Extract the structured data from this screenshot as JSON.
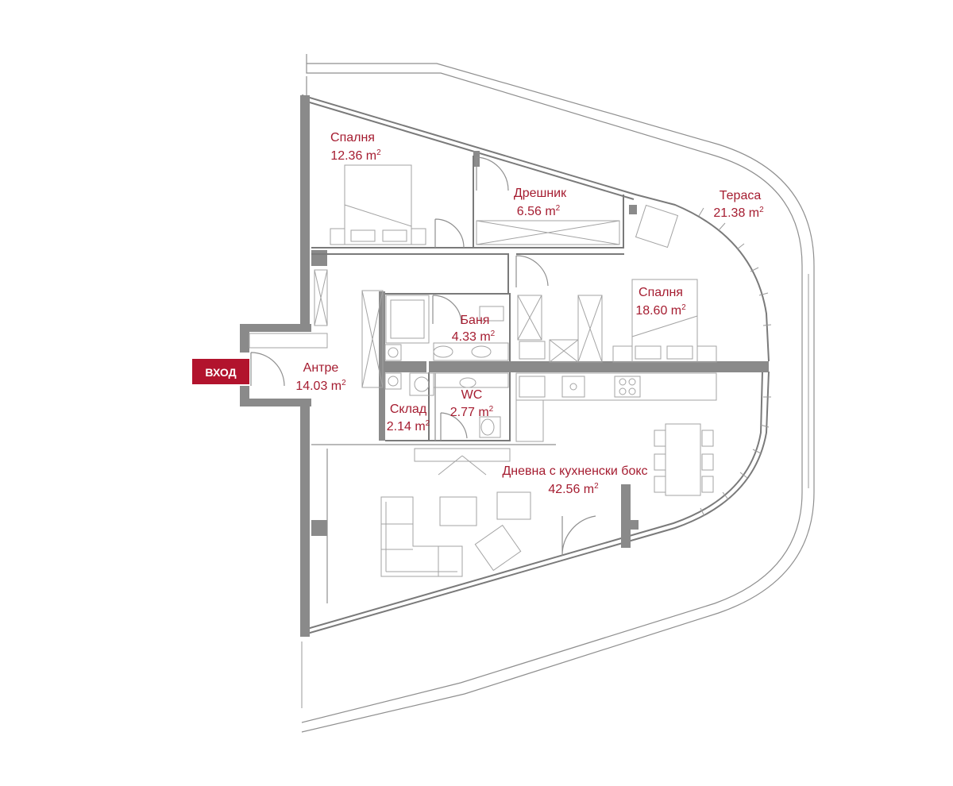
{
  "entry": {
    "label": "ВХОД",
    "color": "#b2132d"
  },
  "accent_color": "#a51c30",
  "rooms": [
    {
      "name": "Спалня",
      "area": "12.36 m",
      "unit_sup": "2"
    },
    {
      "name": "Дрешник",
      "area": "6.56 m",
      "unit_sup": "2"
    },
    {
      "name": "Тераса",
      "area": "21.38 m",
      "unit_sup": "2"
    },
    {
      "name": "Спалня",
      "area": "18.60 m",
      "unit_sup": "2"
    },
    {
      "name": "Баня",
      "area": "4.33 m",
      "unit_sup": "2"
    },
    {
      "name": "Антре",
      "area": "14.03 m",
      "unit_sup": "2"
    },
    {
      "name": "WC",
      "area": "2.77 m",
      "unit_sup": "2"
    },
    {
      "name": "Склад",
      "area": "2.14 m",
      "unit_sup": "2"
    },
    {
      "name": "Дневна с кухненски бокс",
      "area": "42.56 m",
      "unit_sup": "2"
    }
  ]
}
